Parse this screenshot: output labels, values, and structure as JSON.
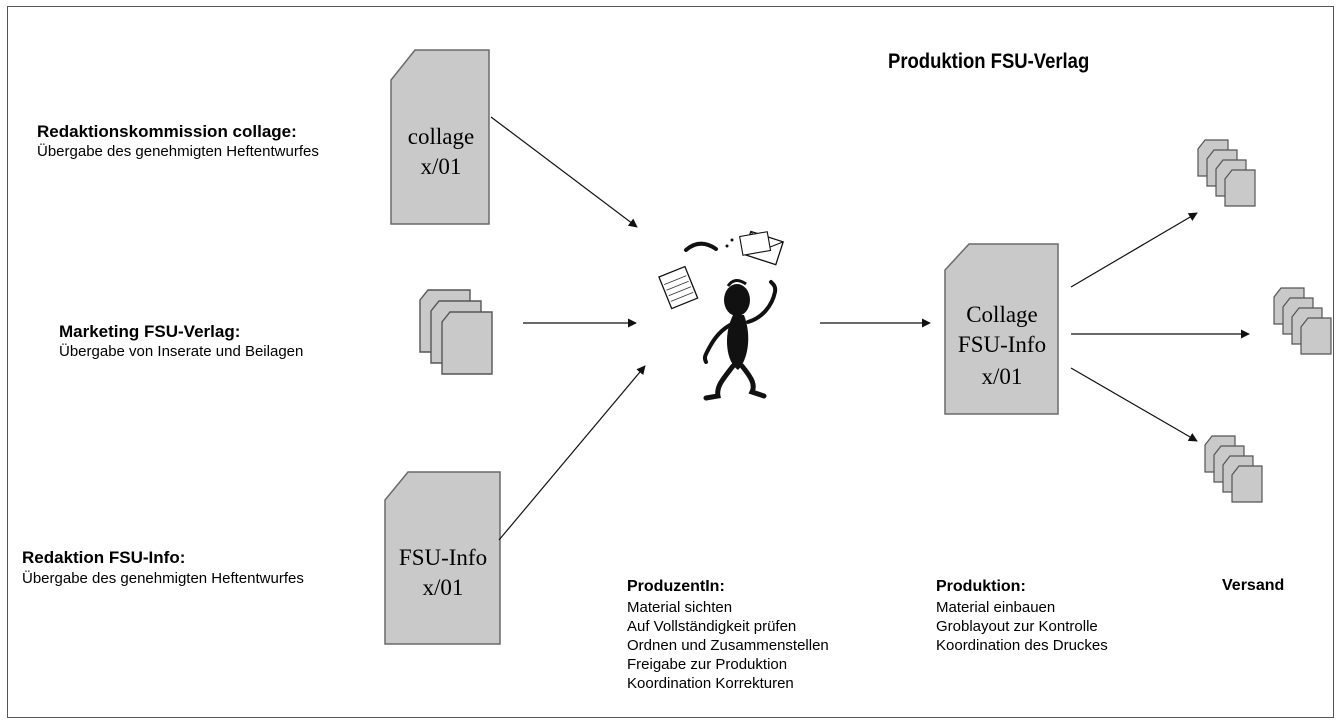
{
  "title": "Produktion FSU-Verlag",
  "sources": [
    {
      "heading": "Redaktionskommission collage:",
      "text": "Übergabe des genehmigten Heftentwurfes",
      "document_lines": [
        "collage",
        "x/01"
      ]
    },
    {
      "heading": "Marketing FSU-Verlag:",
      "text": "Übergabe von Inserate und Beilagen",
      "icon": "document-stack-icon"
    },
    {
      "heading": "Redaktion FSU-Info:",
      "text": "Übergabe des genehmigten Heftentwurfes",
      "document_lines": [
        "FSU-Info",
        "x/01"
      ]
    }
  ],
  "producer": {
    "icon": "juggling-figure-icon",
    "heading": "ProduzentIn:",
    "tasks": [
      "Material sichten",
      "Auf Vollständigkeit prüfen",
      "Ordnen und Zusammenstellen",
      "Freigabe zur Produktion",
      "Koordination Korrekturen"
    ]
  },
  "production": {
    "document_lines": [
      "Collage",
      "FSU-Info",
      "x/01"
    ],
    "heading": "Produktion:",
    "tasks": [
      "Material einbauen",
      "Groblayout zur Kontrolle",
      "Koordination des Druckes"
    ]
  },
  "shipping": {
    "heading": "Versand",
    "icon": "document-stack-icon"
  },
  "colors": {
    "document_fill": "#c9c9c9",
    "document_stroke": "#6a6a6a",
    "arrow": "#111111",
    "frame": "#555555"
  }
}
